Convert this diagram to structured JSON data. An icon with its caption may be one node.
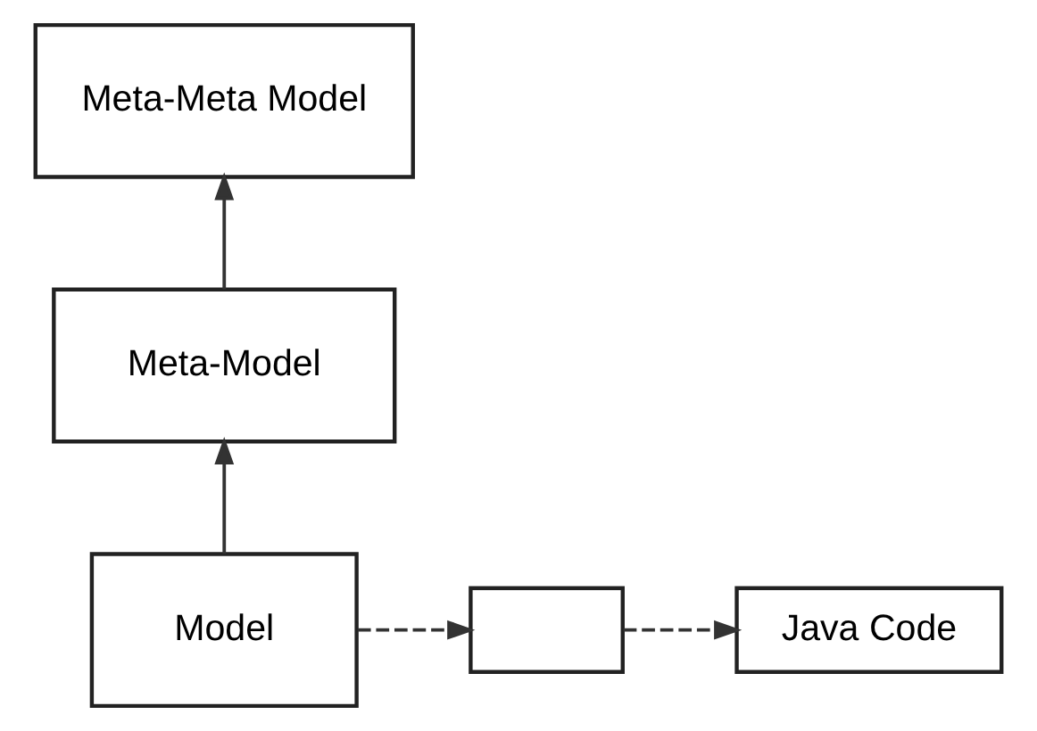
{
  "diagram": {
    "nodes": [
      {
        "text": [
          "Meta-Meta Model"
        ]
      },
      {
        "text": [
          "Meta-Model"
        ]
      },
      {
        "text": [
          "Model"
        ]
      },
      {
        "text": [],
        "shape": "box"
      },
      {
        "text": [
          "Java Code"
        ]
      }
    ],
    "edges": [
      {
        "from": 2,
        "to": 1,
        "arrow": "to"
      },
      {
        "from": 1,
        "to": 0,
        "arrow": "to"
      },
      {
        "from": 2,
        "to": 3,
        "arrow": "to",
        "style": "dashed"
      },
      {
        "from": 3,
        "to": 4,
        "arrow": "to",
        "style": "dashed"
      }
    ]
  }
}
